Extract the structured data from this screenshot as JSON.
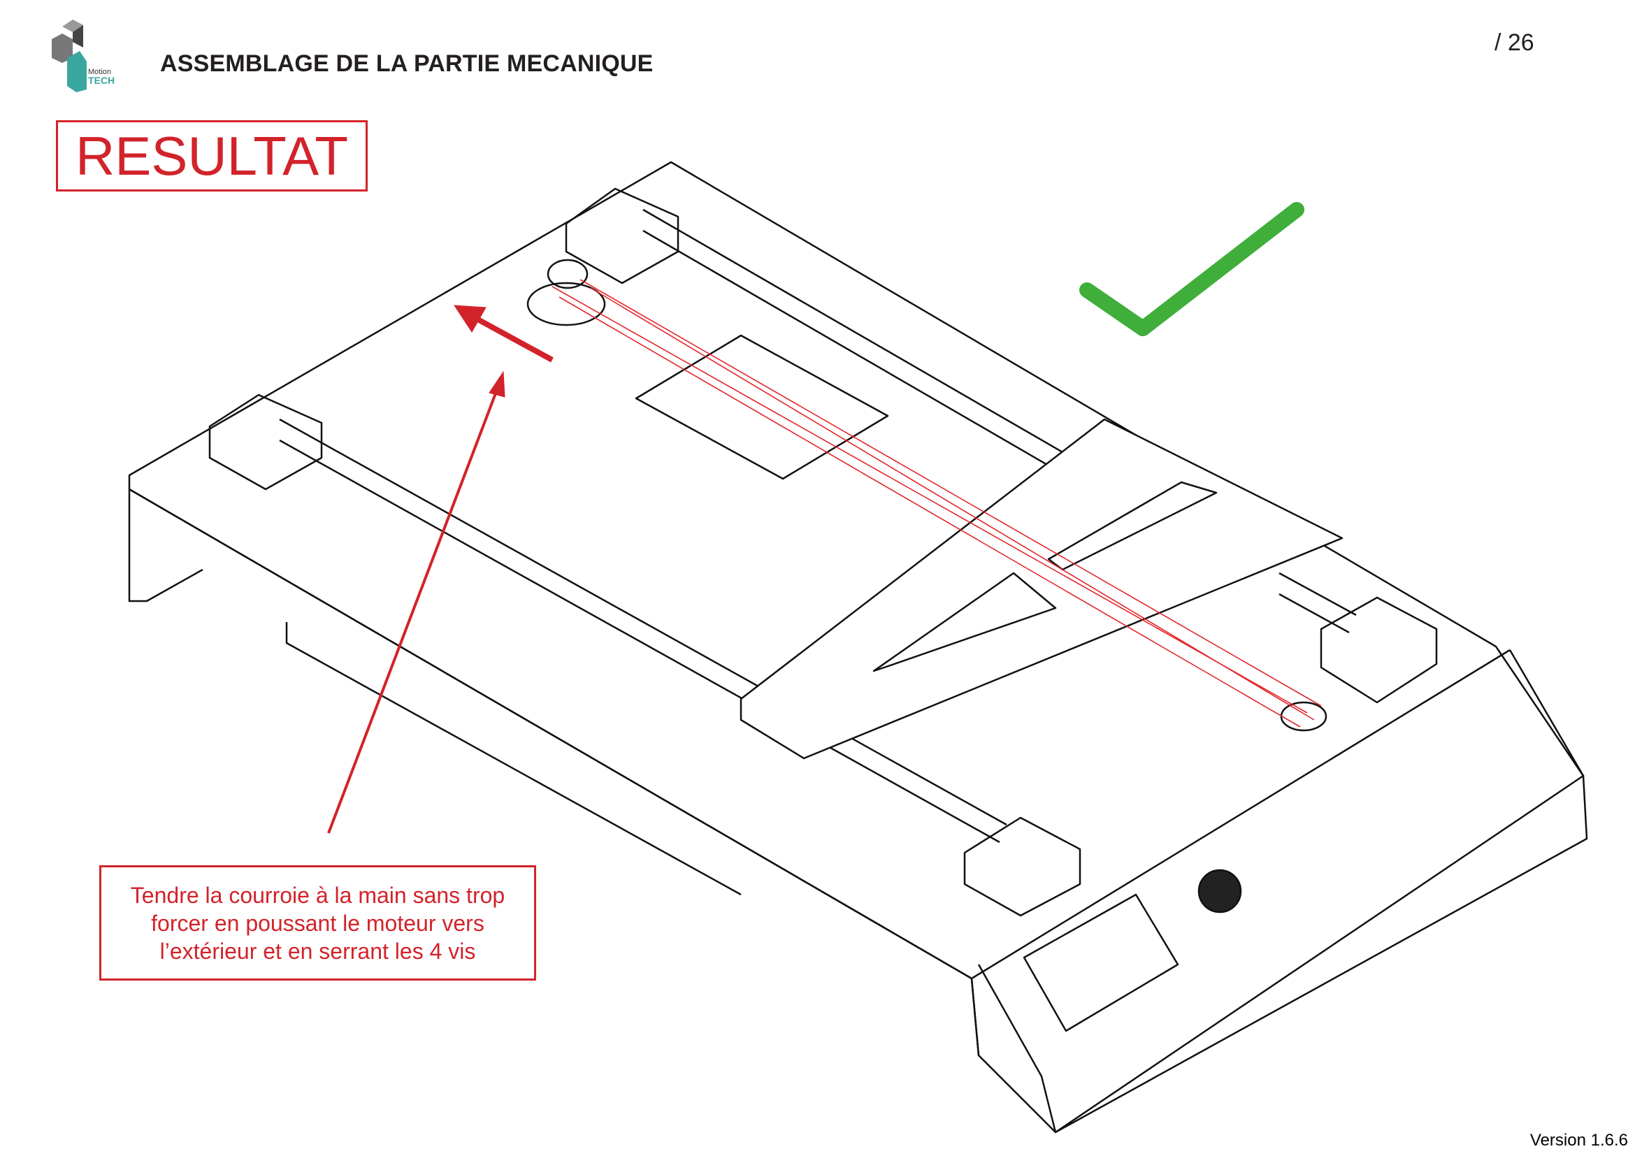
{
  "header": {
    "logo_text": "Motion TECH",
    "title": "ASSEMBLAGE DE LA PARTIE MECANIQUE",
    "page_number": "/ 26"
  },
  "main": {
    "result_label": "RESULTAT",
    "note_lines": [
      "Tendre la courroie à la main sans trop",
      "forcer en poussant le moteur vers",
      "l’extérieur et en serrant les 4 vis"
    ]
  },
  "footer": {
    "version": "Version 1.6.6"
  },
  "colors": {
    "accent": "#d2232a",
    "check": "#3fae3a",
    "logo_teal": "#3aa6a0"
  }
}
